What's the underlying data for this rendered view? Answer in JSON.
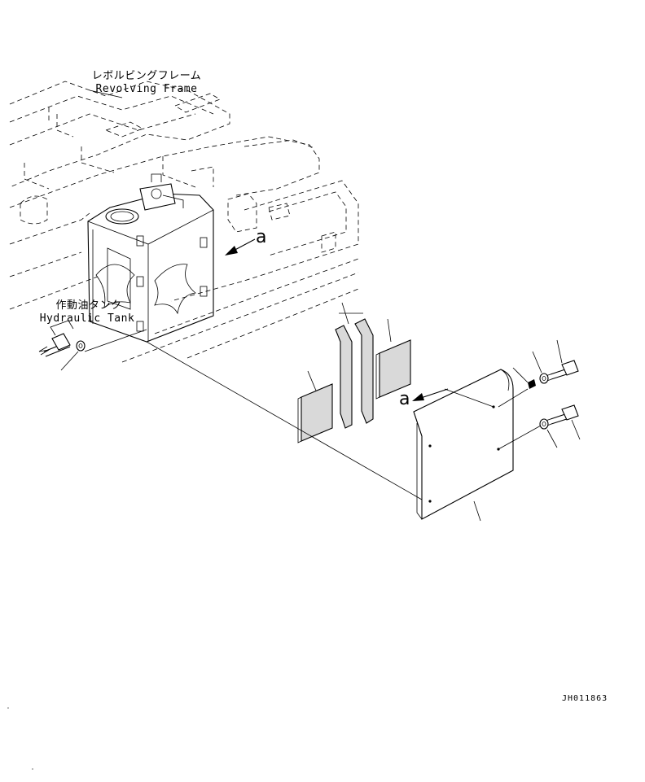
{
  "labels": {
    "revolving_frame_jp": "レボルビングフレーム",
    "revolving_frame_en": "Revolving Frame",
    "hydraulic_tank_jp": "作動油タンク",
    "hydraulic_tank_en": "Hydraulic Tank",
    "view_marker_a1": "a",
    "view_marker_a2": "a",
    "drawing_number": "JH011863"
  }
}
